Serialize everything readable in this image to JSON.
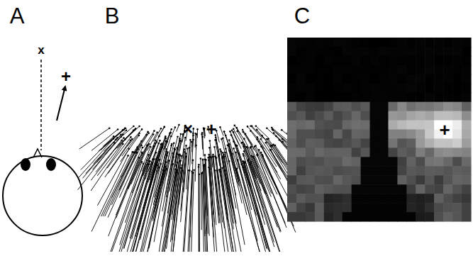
{
  "diagram": {
    "labels": [
      "A",
      "B",
      "C",
      "x",
      "+",
      "×",
      "+",
      "+"
    ]
  }
}
